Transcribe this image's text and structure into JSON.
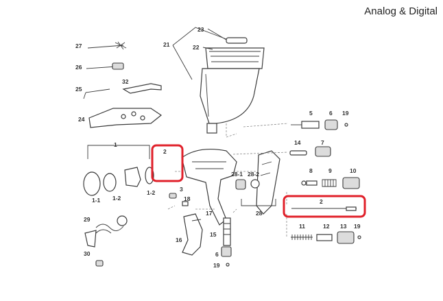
{
  "header": {
    "title": "Analog & Digital"
  },
  "labels": {
    "p1": "1",
    "p1_1": "1-1",
    "p1_2": "1-2",
    "p1_2b": "1-2",
    "p2a": "2",
    "p2b": "2",
    "p3": "3",
    "p5": "5",
    "p6a": "6",
    "p6b": "6",
    "p7": "7",
    "p8": "8",
    "p9": "9",
    "p10": "10",
    "p11": "11",
    "p12": "12",
    "p13": "13",
    "p14": "14",
    "p15": "15",
    "p16": "16",
    "p17": "17",
    "p18": "18",
    "p19a": "19",
    "p19b": "19",
    "p19c": "19",
    "p21": "21",
    "p22": "22",
    "p23": "23",
    "p24": "24",
    "p25": "25",
    "p26": "26",
    "p27": "27",
    "p28": "28",
    "p28_1": "28-1",
    "p28_2": "28-2",
    "p29": "29",
    "p30": "30",
    "p32": "32"
  },
  "highlight_color": "#e0202a"
}
